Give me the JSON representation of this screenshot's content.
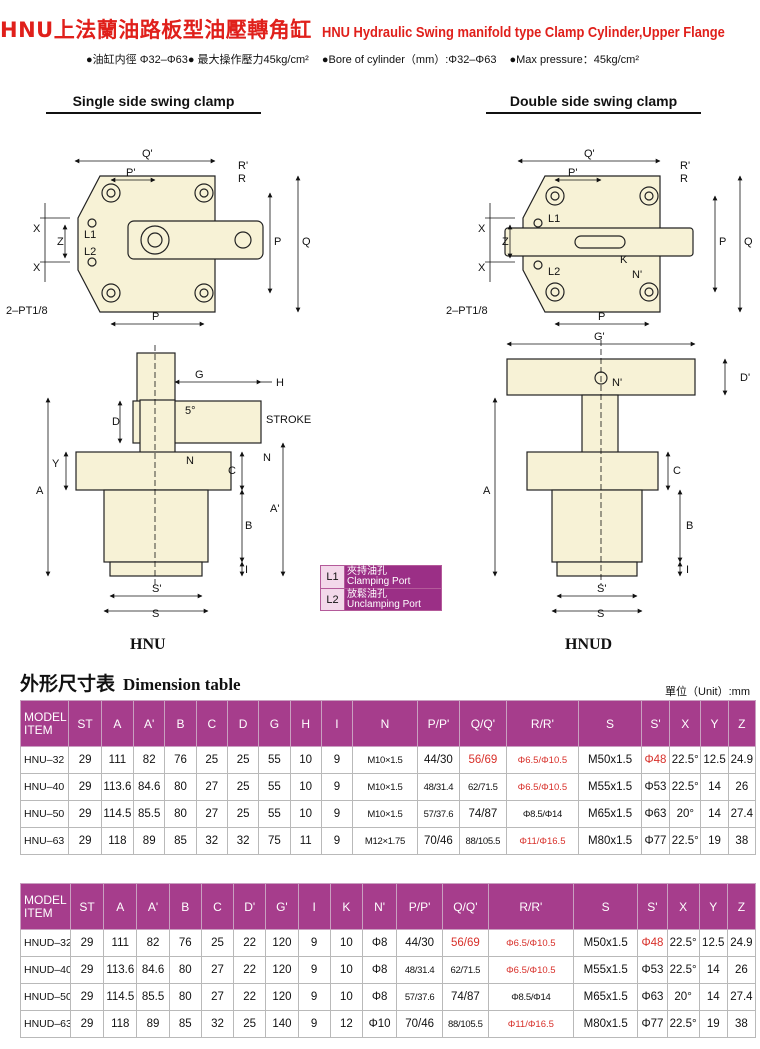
{
  "header": {
    "title_cn": "HNU上法蘭油路板型油壓轉角缸",
    "title_en": "HNU Hydraulic Swing manifold type Clamp Cylinder,Upper Flange"
  },
  "specs": {
    "cn": "●油缸内徑 Φ32–Φ63● 最大操作壓力45kg/cm²",
    "en_bore": "●Bore of cylinder（mm）:Φ32–Φ63",
    "en_pressure": "●Max pressure：45kg/cm²"
  },
  "sections": {
    "single": "Single side swing clamp",
    "double": "Double side swing clamp"
  },
  "drawing_labels": {
    "q_prime": "Q'",
    "p_prime": "P'",
    "r_prime": "R'",
    "r": "R",
    "x": "X",
    "z": "Z",
    "l1": "L1",
    "l2": "L2",
    "p": "P",
    "q": "Q",
    "k": "K",
    "n_prime": "N'",
    "pt": "2–PT1/8",
    "g": "G",
    "h": "H",
    "d": "D",
    "five_deg": "5°",
    "stroke": "STROKE",
    "n": "N",
    "y": "Y",
    "c": "C",
    "a": "A",
    "a_prime": "A'",
    "b": "B",
    "i": "I",
    "s_prime": "S'",
    "s": "S",
    "g_prime": "G'",
    "d_prime": "D'"
  },
  "legend": [
    {
      "key": "L1",
      "cn": "夾持油孔",
      "en": "Clamping Port"
    },
    {
      "key": "L2",
      "cn": "放鬆油孔",
      "en": "Unclamping Port"
    }
  ],
  "model_labels": {
    "single": "HNU",
    "double": "HNUD"
  },
  "table_heading": {
    "cn": "外形尺寸表",
    "en": "Dimension table",
    "unit": "單位（Unit）:mm"
  },
  "table_hnu": {
    "model_head": [
      "MODEL",
      "ITEM"
    ],
    "columns": [
      "ST",
      "A",
      "A'",
      "B",
      "C",
      "D",
      "G",
      "H",
      "I",
      "N",
      "P/P'",
      "Q/Q'",
      "R/R'",
      "S",
      "S'",
      "X",
      "Y",
      "Z"
    ],
    "rows": [
      [
        "HNU–32",
        "29",
        "111",
        "82",
        "76",
        "25",
        "25",
        "55",
        "10",
        "9",
        "M10×1.5",
        "44/30",
        "56/69",
        "Φ6.5/Φ10.5",
        "M50x1.5",
        "Φ48",
        "22.5°",
        "12.5",
        "24.9"
      ],
      [
        "HNU–40",
        "29",
        "113.6",
        "84.6",
        "80",
        "27",
        "25",
        "55",
        "10",
        "9",
        "M10×1.5",
        "48/31.4",
        "62/71.5",
        "Φ6.5/Φ10.5",
        "M55x1.5",
        "Φ53",
        "22.5°",
        "14",
        "26"
      ],
      [
        "HNU–50",
        "29",
        "114.5",
        "85.5",
        "80",
        "27",
        "25",
        "55",
        "10",
        "9",
        "M10×1.5",
        "57/37.6",
        "74/87",
        "Φ8.5/Φ14",
        "M65x1.5",
        "Φ63",
        "20°",
        "14",
        "27.4"
      ],
      [
        "HNU–63",
        "29",
        "118",
        "89",
        "85",
        "32",
        "32",
        "75",
        "11",
        "9",
        "M12×1.75",
        "70/46",
        "88/105.5",
        "Φ11/Φ16.5",
        "M80x1.5",
        "Φ77",
        "22.5°",
        "19",
        "38"
      ]
    ]
  },
  "table_hnud": {
    "model_head": [
      "MODEL",
      "ITEM"
    ],
    "columns": [
      "ST",
      "A",
      "A'",
      "B",
      "C",
      "D'",
      "G'",
      "I",
      "K",
      "N'",
      "P/P'",
      "Q/Q'",
      "R/R'",
      "S",
      "S'",
      "X",
      "Y",
      "Z"
    ],
    "rows": [
      [
        "HNUD–32",
        "29",
        "111",
        "82",
        "76",
        "25",
        "22",
        "120",
        "9",
        "10",
        "Φ8",
        "44/30",
        "56/69",
        "Φ6.5/Φ10.5",
        "M50x1.5",
        "Φ48",
        "22.5°",
        "12.5",
        "24.9"
      ],
      [
        "HNUD–40",
        "29",
        "113.6",
        "84.6",
        "80",
        "27",
        "22",
        "120",
        "9",
        "10",
        "Φ8",
        "48/31.4",
        "62/71.5",
        "Φ6.5/Φ10.5",
        "M55x1.5",
        "Φ53",
        "22.5°",
        "14",
        "26"
      ],
      [
        "HNUD–50",
        "29",
        "114.5",
        "85.5",
        "80",
        "27",
        "22",
        "120",
        "9",
        "10",
        "Φ8",
        "57/37.6",
        "74/87",
        "Φ8.5/Φ14",
        "M65x1.5",
        "Φ63",
        "20°",
        "14",
        "27.4"
      ],
      [
        "HNUD–63",
        "29",
        "118",
        "89",
        "85",
        "32",
        "25",
        "140",
        "9",
        "12",
        "Φ10",
        "70/46",
        "88/105.5",
        "Φ11/Φ16.5",
        "M80x1.5",
        "Φ77",
        "22.5°",
        "19",
        "38"
      ]
    ]
  },
  "colors": {
    "title_red": "#e0201b",
    "header_purple": "#a63d8c",
    "part_fill": "#f7f2d6",
    "highlight_red": "#d8302a"
  }
}
